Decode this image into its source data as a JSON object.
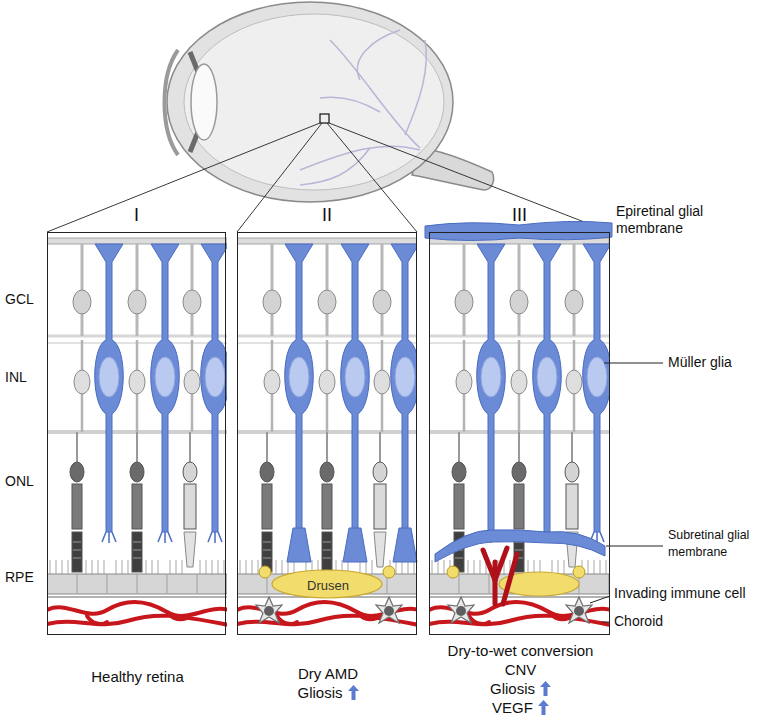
{
  "diagram": {
    "nodes": [
      {
        "text": [
          "I",
          "Healthy retina"
        ]
      },
      {
        "text": [
          "II",
          "Dry AMD",
          "Gliosis"
        ]
      },
      {
        "text": [
          "III",
          "Dry-to-wet conversion",
          "CNV",
          "Gliosis",
          "VEGF"
        ]
      },
      {
        "text": [
          "Drusen"
        ],
        "in": 1
      }
    ],
    "labels": [
      "GCL",
      "INL",
      "ONL",
      "RPE",
      "Epiretinal glial membrane",
      "Müller glia",
      "Subretinal glial membrane",
      "Invading immune cell",
      "Choroid"
    ]
  }
}
